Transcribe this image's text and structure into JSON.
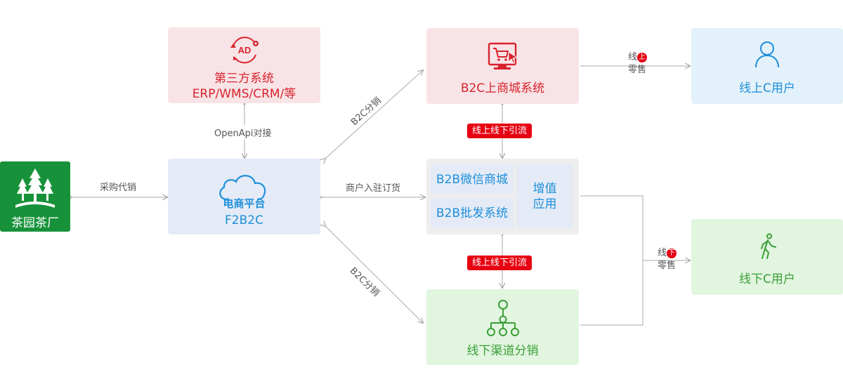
{
  "tea_factory": {
    "label": "茶园茶厂"
  },
  "platform": {
    "logo_text": "电商平台",
    "name": "F2B2C"
  },
  "third_party": {
    "line1": "第三方系统",
    "line2": "ERP/WMS/CRM/等",
    "icon_text": "AD"
  },
  "b2c_mall": {
    "label": "B2C上商城系统"
  },
  "online_user": {
    "label": "线上C用户"
  },
  "b2b_group": {
    "wechat_mall": "B2B微信商城",
    "wholesale": "B2B批发系统",
    "value_added_line1": "增值",
    "value_added_line2": "应用"
  },
  "offline_channel": {
    "label": "线下渠道分销"
  },
  "offline_user": {
    "label": "线下C用户"
  },
  "edges": {
    "purchase_sales": "采购代销",
    "openapi": "OpenApi对接",
    "merchant_order": "商户入驻订货",
    "b2c_distribution_top": "B2C分销",
    "b2c_distribution_bottom": "B2C分销",
    "online_retail_prefix": "线",
    "online_retail_dot": "上",
    "online_retail_suffix": "零售",
    "offline_retail_prefix": "线",
    "offline_retail_dot": "下",
    "offline_retail_suffix": "零售",
    "traffic_top": "线上线下引流",
    "traffic_bottom": "线上线下引流"
  },
  "colors": {
    "red_box": "#f8e4e6",
    "red_text": "#d9232e",
    "blue_box": "#e4ebf7",
    "blue_text": "#1e8fd9",
    "lightblue_box": "#e2f1fa",
    "green_box": "#e1f5df",
    "green_text": "#3a9f38",
    "factory_green": "#17923a",
    "gray_group": "#eeeeee"
  },
  "icons": [
    "tree-icon",
    "cloud-icon",
    "ad-cycle-icon",
    "shopping-cart-icon",
    "user-icon",
    "walking-person-icon",
    "network-icon"
  ]
}
